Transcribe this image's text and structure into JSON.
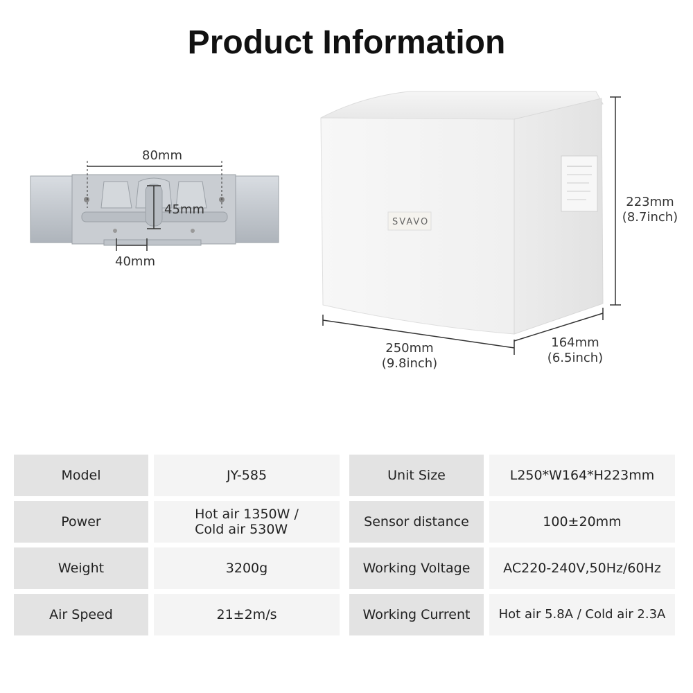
{
  "header": {
    "title": "Product Information"
  },
  "product": {
    "brand": "SVAVO",
    "dimensions": {
      "height": "223mm",
      "height_in": "(8.7inch)",
      "length": "250mm",
      "length_in": "(9.8inch)",
      "width": "164mm",
      "width_in": "(6.5inch)"
    }
  },
  "bracket": {
    "hole_spacing": "80mm",
    "vertical": "45mm",
    "bottom": "40mm"
  },
  "specs": [
    {
      "label": "Model",
      "value": "JY-585"
    },
    {
      "label": "Unit Size",
      "value": "L250*W164*H223mm"
    },
    {
      "label": "Power",
      "value": "Hot air 1350W /\nCold air 530W"
    },
    {
      "label": "Sensor distance",
      "value": "100±20mm"
    },
    {
      "label": "Weight",
      "value": "3200g"
    },
    {
      "label": "Working Voltage",
      "value": "AC220-240V,50Hz/60Hz"
    },
    {
      "label": "Air Speed",
      "value": "21±2m/s"
    },
    {
      "label": "Working Current",
      "value": "Hot air 5.8A / Cold air 2.3A"
    }
  ]
}
